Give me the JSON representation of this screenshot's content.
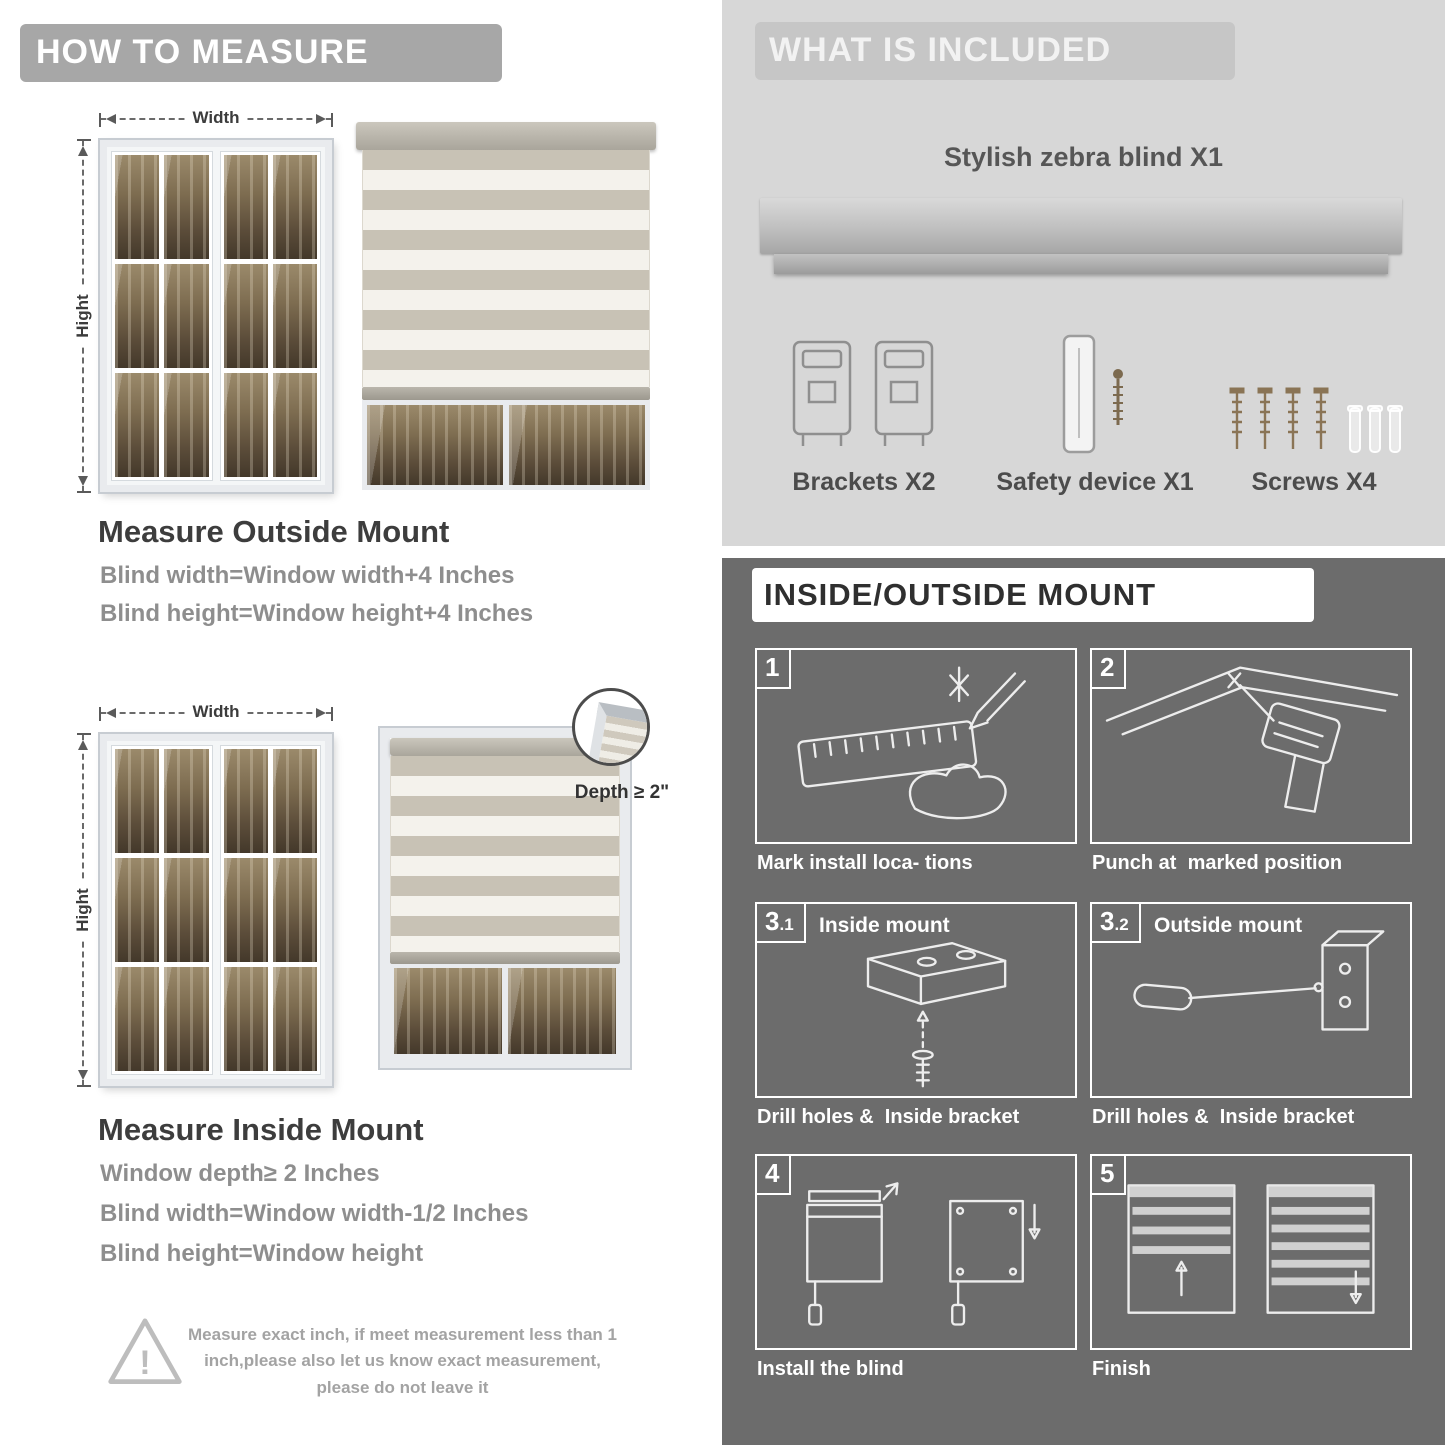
{
  "colors": {
    "banner_gray": "#a7a7a7",
    "included_bg": "#d7d7d7",
    "mount_bg": "#6c6c6c",
    "heading_dark": "#3d3d3d",
    "body_gray": "#8e8e8e"
  },
  "how_to_measure": {
    "banner": "HOW TO MEASURE",
    "outside": {
      "width_label": "Width",
      "height_label": "Hight",
      "heading": "Measure Outside Mount",
      "line1": "Blind width=Window width+4 Inches",
      "line2": "Blind height=Window height+4 Inches"
    },
    "inside": {
      "width_label": "Width",
      "height_label": "Hight",
      "depth_note": "Depth ≥ 2\"",
      "heading": "Measure Inside Mount",
      "line1": "Window depth≥ 2 Inches",
      "line2": "Blind width=Window width-1/2 Inches",
      "line3": "Blind height=Window height"
    },
    "note": {
      "glyph": "!",
      "text": "Measure exact inch, if meet measurement less than 1 inch,please also let us know exact measurement, please do not leave it"
    }
  },
  "included": {
    "banner": "WHAT IS INCLUDED",
    "blind_label": "Stylish zebra blind X1",
    "brackets_label": "Brackets X2",
    "safety_label": "Safety device X1",
    "screws_label": "Screws X4"
  },
  "mount": {
    "banner": "INSIDE/OUTSIDE MOUNT",
    "steps": [
      {
        "num": "1",
        "sub": "",
        "title": "",
        "caption": "Mark install loca- tions"
      },
      {
        "num": "2",
        "sub": "",
        "title": "",
        "caption": "Punch at  marked position"
      },
      {
        "num": "3",
        "sub": ".1",
        "title": "Inside mount",
        "caption": "Drill holes &  Inside bracket"
      },
      {
        "num": "3",
        "sub": ".2",
        "title": "Outside mount",
        "caption": "Drill holes &  Inside bracket"
      },
      {
        "num": "4",
        "sub": "",
        "title": "",
        "caption": "Install the blind"
      },
      {
        "num": "5",
        "sub": "",
        "title": "",
        "caption": "Finish"
      }
    ]
  }
}
